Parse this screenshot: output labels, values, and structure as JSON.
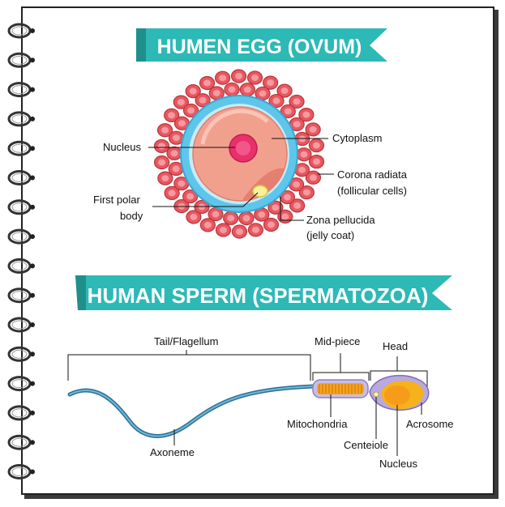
{
  "egg": {
    "title": "HUMEN EGG (OVUM)",
    "labels": {
      "nucleus": "Nucleus",
      "cytoplasm": "Cytoplasm",
      "first_polar_line1": "First polar",
      "first_polar_line2": "body",
      "corona_line1": "Corona radiata",
      "corona_line2": "(follicular cells)",
      "zona_line1": "Zona pellucida",
      "zona_line2": "(jelly coat)"
    }
  },
  "sperm": {
    "title": "HUMAN SPERM (SPERMATOZOA)",
    "labels": {
      "tail": "Tail/Flagellum",
      "midpiece": "Mid-piece",
      "head": "Head",
      "mitochondria": "Mitochondria",
      "acrosome": "Acrosome",
      "axoneme": "Axoneme",
      "centeiole": "Centeiole",
      "nucleus": "Nucleus"
    }
  },
  "colors": {
    "banner": "#2db9b5",
    "banner_dark": "#1f8f8c",
    "page_border": "#222222",
    "spiral": "#333333",
    "cytoplasm": "#f2a08e",
    "zona": "#5ec6ea",
    "corona_cell": "#e8575f",
    "nucleus": "#e8306a",
    "sperm_tail": "#3c8fb8",
    "mitochondria": "#f6a31e",
    "acrosome": "#f6b21a",
    "head": "#b9a9dd"
  },
  "icons": {
    "binding": "spiral-binding-icon"
  }
}
